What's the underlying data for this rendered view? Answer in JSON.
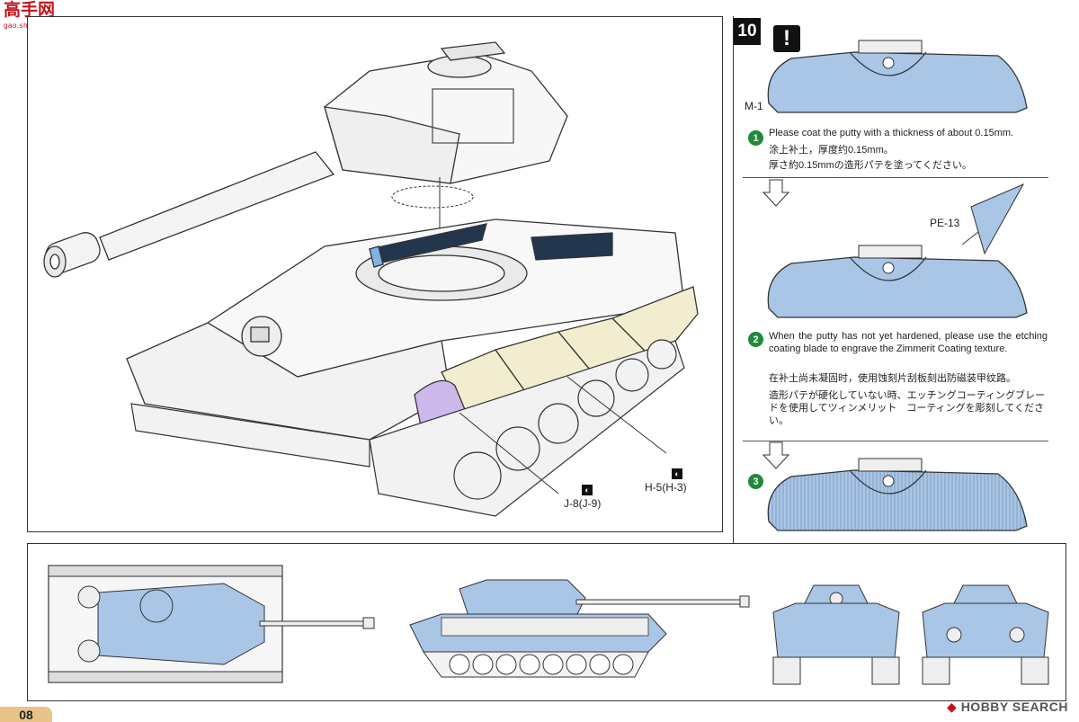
{
  "watermark": {
    "logo_text": "高手网",
    "logo_sub": "gao.shou.com"
  },
  "step": {
    "number": "10",
    "warning_symbol": "!"
  },
  "labels": {
    "m1": "M-1",
    "pe13": "PE-13",
    "h5": "H-5(H-3)",
    "j8": "J-8(J-9)"
  },
  "instructions": [
    {
      "num": "1",
      "en": "Please coat the putty with a thickness of about 0.15mm.",
      "zh": "涂上补土，厚度约0.15mm。",
      "jp": "厚さ約0.15mmの造形パテを塗ってください。"
    },
    {
      "num": "2",
      "en": "When the putty has not yet hardened, please use the etching coating blade to engrave the Zimmerit Coating texture.",
      "zh": "在补土尚未凝固时，使用蚀刻片刮板刻出防磁装甲纹路。",
      "jp": "造形パテが硬化していない時、エッチングコーティングブレードを使用してツィンメリット　コーティングを彫刻してください。"
    },
    {
      "num": "3"
    }
  ],
  "footer": {
    "page": "08",
    "source": "HOBBY SEARCH",
    "source_icon": "hobby-search-logo-icon"
  },
  "colors": {
    "putty_blue": "#a9c6e6",
    "panel_lilac": "#cdb8ec",
    "panel_cream": "#f3edcf",
    "step_green": "#1f8a3a",
    "line": "#333333",
    "tab": "#e8c48b"
  }
}
